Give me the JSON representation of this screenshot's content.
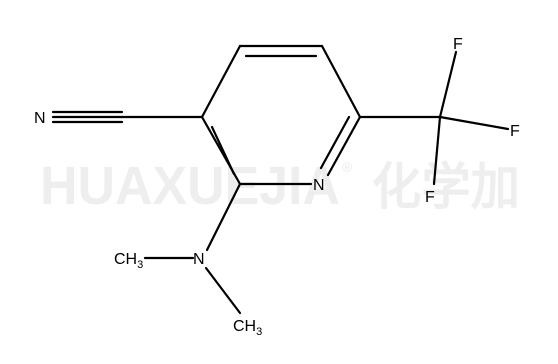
{
  "watermark": {
    "latin": "HUAXUEJIA",
    "registered": "®",
    "chinese": "化学加",
    "color": "#eeeeee"
  },
  "molecule": {
    "ring_nitrogen": "N",
    "nitrile_nitrogen": "N",
    "amine_nitrogen": "N",
    "fluorine_top": "F",
    "fluorine_right": "F",
    "fluorine_bottom": "F",
    "methyl_left": {
      "main": "CH",
      "sub": "3"
    },
    "methyl_bottom": {
      "main": "CH",
      "sub": "3"
    }
  }
}
